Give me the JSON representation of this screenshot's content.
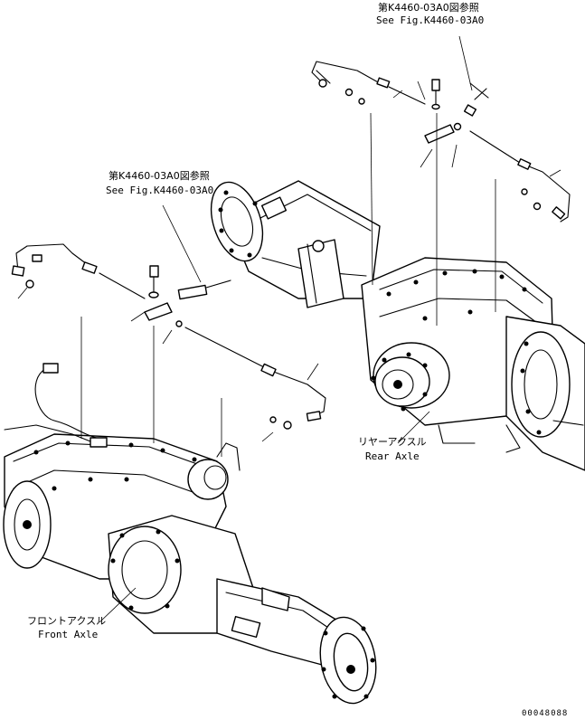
{
  "references": {
    "top_ref": {
      "jp": "第K4460-03A0図参照",
      "en": "See Fig.K4460-03A0"
    },
    "mid_ref": {
      "jp": "第K4460-03A0図参照",
      "en": "See Fig.K4460-03A0"
    }
  },
  "axles": {
    "rear": {
      "jp": "リヤーアクスル",
      "en": "Rear Axle"
    },
    "front": {
      "jp": "フロントアクスル",
      "en": "Front Axle"
    }
  },
  "drawing_id": "00048088"
}
